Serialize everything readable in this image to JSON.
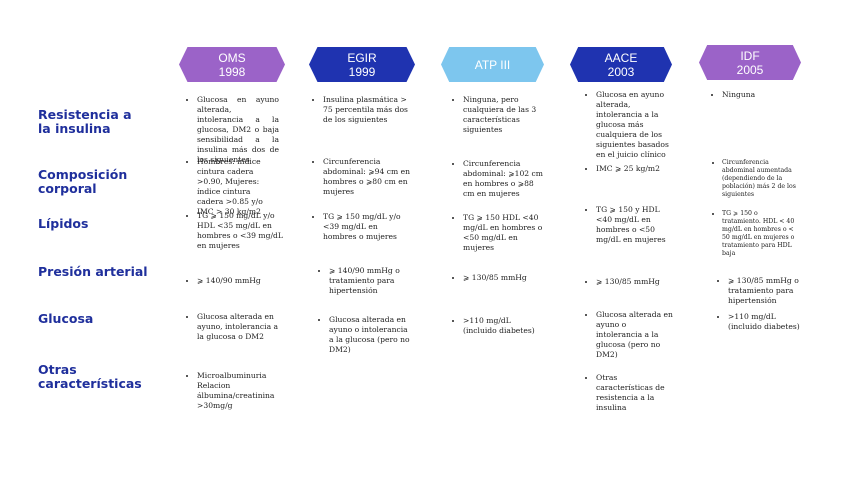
{
  "headers": [
    {
      "line1": "OMS",
      "line2": "1998",
      "color": "#9b63c8"
    },
    {
      "line1": "EGIR",
      "line2": "1999",
      "color": "#1f33b0"
    },
    {
      "line1": "ATP III",
      "line2": "",
      "color": "#7dc6ee"
    },
    {
      "line1": "AACE",
      "line2": "2003",
      "color": "#1f33b0"
    },
    {
      "line1": "IDF",
      "line2": "2005",
      "color": "#9b63c8"
    }
  ],
  "rows": [
    "Resistencia a la insulina",
    "Composición corporal",
    "Lípidos",
    "Presión arterial",
    "Glucosa",
    "Otras características"
  ],
  "cells": {
    "oms": [
      "Glucosa en ayuno alterada, intolerancia a la glucosa, DM2 o baja sensibilidad a la insulina más dos de los siguientes",
      "Hombres: índice cintura cadera >0.90, Mujeres: índice cintura cadera >0.85 y/o IMC > 30 kg/m2",
      "TG ⩾ 150 mg/dL y/o HDL <35 mg/dL en hombres o <39 mg/dL en mujeres",
      "⩾ 140/90 mmHg",
      "Glucosa alterada en ayuno, intolerancia a la glucosa o DM2",
      "Microalbuminuria Relacion álbumina/creatinina >30mg/g"
    ],
    "egir": [
      "Insulina plasmática > 75 percentila más dos de los siguientes",
      "Circunferencia abdominal: ⩾94 cm en hombres o ⩾80 cm en mujeres",
      "TG ⩾ 150 mg/dL y/o <39 mg/dL en hombres o mujeres",
      "⩾ 140/90 mmHg o tratamiento para hipertensión",
      "Glucosa alterada en ayuno o intolerancia a la glucosa (pero no DM2)"
    ],
    "atp": [
      "Ninguna, pero cualquiera de las 3 características siguientes",
      "Circunferencia abdominal: ⩾102 cm en hombres o ⩾88 cm en mujeres",
      "TG ⩾ 150 HDL <40 mg/dL en hombres o <50 mg/dL en mujeres",
      "⩾ 130/85 mmHg",
      ">110 mg/dL (incluido diabetes)"
    ],
    "aace": [
      "Glucosa en ayuno alterada, intolerancia a la glucosa más cualquiera de los siguientes basados en el juicio clínico",
      "IMC ⩾ 25 kg/m2",
      "TG ⩾ 150 y HDL <40 mg/dL en hombres o <50 mg/dL en mujeres",
      "⩾ 130/85 mmHg",
      "Glucosa alterada en ayuno o intolerancia a la glucosa (pero no DM2)",
      "Otras características de resistencia a la insulina"
    ],
    "idf": [
      "Ninguna",
      "Circunferencia abdominal aumentada (dependiendo de la población) más 2 de los siguientes",
      "TG ⩾ 150 o tratamiento. HDL < 40 mg/dL en hombres o < 50 mg/dL en mujeres o tratamiento para HDL baja",
      "⩾ 130/85 mmHg o tratamiento para hipertensión",
      ">110 mg/dL (incluido diabetes)"
    ]
  }
}
